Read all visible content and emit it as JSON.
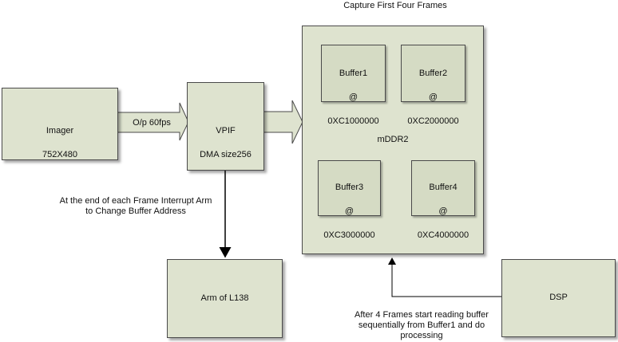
{
  "diagram": {
    "title": "Capture First Four Frames",
    "imager": {
      "line1": "Imager",
      "line2": "752X480"
    },
    "link_imager_vpif": "O/p 60fps",
    "vpif": {
      "line1": "VPIF",
      "line2": "DMA size256"
    },
    "mddr2": {
      "label": "mDDR2"
    },
    "buffers": [
      {
        "name": "Buffer1",
        "sep": "@",
        "addr": "0XC1000000"
      },
      {
        "name": "Buffer2",
        "sep": "@",
        "addr": "0XC2000000"
      },
      {
        "name": "Buffer3",
        "sep": "@",
        "addr": "0XC3000000"
      },
      {
        "name": "Buffer4",
        "sep": "@",
        "addr": "0XC4000000"
      }
    ],
    "interrupt_note": "At the end of each Frame Interrupt Arm\nto Change Buffer Address",
    "arm": {
      "label": "Arm of L138"
    },
    "dsp": {
      "label": "DSP"
    },
    "dsp_note": "After 4 Frames start reading buffer\nsequentially from Buffer1 and do\nprocessing"
  }
}
